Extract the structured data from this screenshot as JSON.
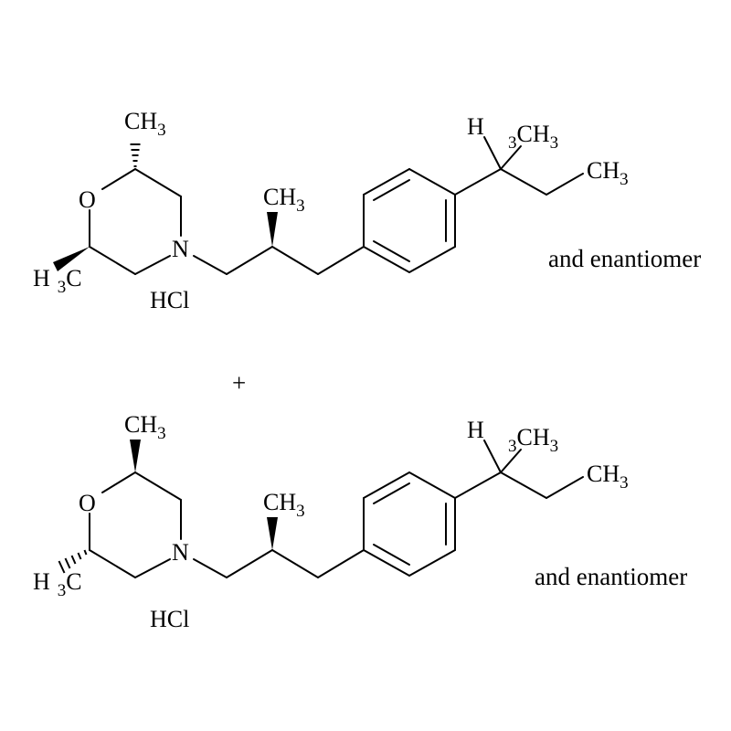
{
  "structures": [
    {
      "name": "structure-1",
      "labels": {
        "ring_ch3": [
          "CH",
          "3"
        ],
        "chain_ch3": [
          "CH",
          "3"
        ],
        "butyl_h": "H",
        "butyl_3ch3": [
          "3",
          "CH",
          "3"
        ],
        "butyl_ch3": [
          "CH",
          "3"
        ],
        "oxygen": "O",
        "nitrogen": "N",
        "h3c": [
          "H",
          "3",
          "C"
        ],
        "salt": "HCl",
        "enantiomer_note": "and enantiomer"
      },
      "stereo": {
        "ring_top": "hashed",
        "ring_bottom": "wedge",
        "chain": "wedge"
      }
    },
    {
      "name": "structure-2",
      "labels": {
        "ring_ch3": [
          "CH",
          "3"
        ],
        "chain_ch3": [
          "CH",
          "3"
        ],
        "butyl_h": "H",
        "butyl_3ch3": [
          "3",
          "CH",
          "3"
        ],
        "butyl_ch3": [
          "CH",
          "3"
        ],
        "oxygen": "O",
        "nitrogen": "N",
        "h3c": [
          "H",
          "3",
          "C"
        ],
        "salt": "HCl",
        "enantiomer_note": "and enantiomer"
      },
      "stereo": {
        "ring_top": "wedge",
        "ring_bottom": "hashed",
        "chain": "wedge"
      }
    }
  ],
  "plus": "+"
}
